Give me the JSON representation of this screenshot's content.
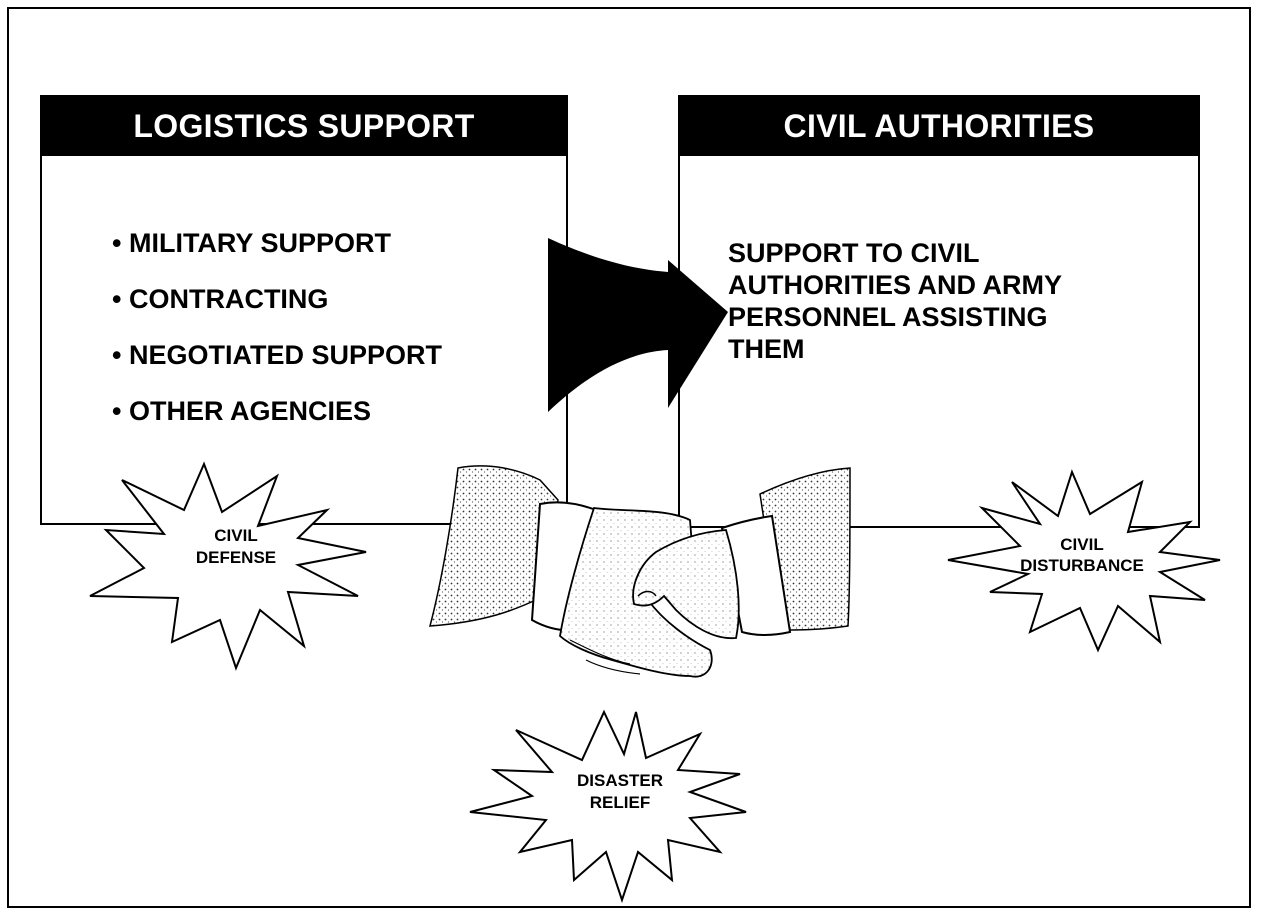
{
  "left_panel": {
    "header": "LOGISTICS SUPPORT",
    "items": [
      "• MILITARY SUPPORT",
      "• CONTRACTING",
      "• NEGOTIATED SUPPORT",
      "• OTHER AGENCIES"
    ]
  },
  "right_panel": {
    "header": "CIVIL AUTHORITIES",
    "body_lines": [
      "SUPPORT TO CIVIL",
      "AUTHORITIES AND ARMY",
      "PERSONNEL ASSISTING",
      "THEM"
    ]
  },
  "bursts": {
    "civil_defense": [
      "CIVIL",
      "DEFENSE"
    ],
    "civil_disturbance": [
      "CIVIL",
      "DISTURBANCE"
    ],
    "disaster_relief": [
      "DISASTER",
      "RELIEF"
    ]
  }
}
